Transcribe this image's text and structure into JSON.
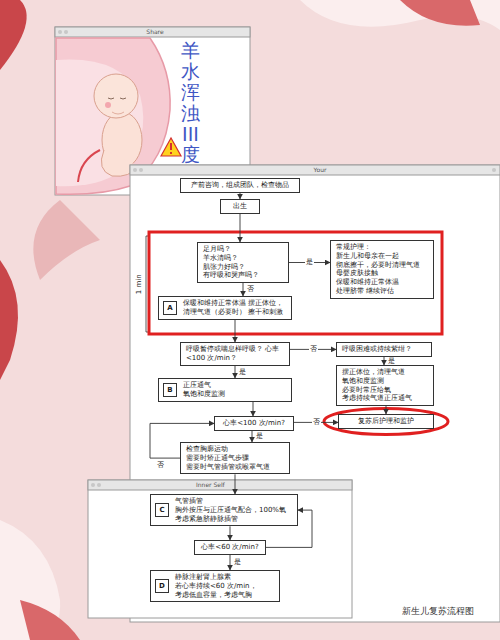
{
  "diagram": {
    "caption": "新生儿复苏流程图",
    "nodes": [
      {
        "text": [
          "产前咨询，组成团队，检查物品"
        ]
      },
      {
        "text": [
          "出生"
        ]
      },
      {
        "text": [
          "足月吗？ 羊水清吗？ 肌张力好吗？ 有呼吸和哭声吗？"
        ]
      },
      {
        "text": [
          "常规护理：",
          "新生儿和母亲在一起 彻底擦干，必要时清理气道 母婴皮肤接触 保暖和维持正常体温 处理脐带 继续评估"
        ]
      },
      {
        "text": [
          "保暖和维持正常体温 摆正体位，清理气道（必要时） 擦干和刺激"
        ]
      },
      {
        "text": [
          "A"
        ],
        "in": 4
      },
      {
        "text": [
          "呼吸暂停或喘息样呼吸？ 心率<100 次/min？"
        ]
      },
      {
        "text": [
          "呼吸困难或持续紫绀？"
        ]
      },
      {
        "text": [
          "正压通气 氧饱和度监测"
        ]
      },
      {
        "text": [
          "B"
        ],
        "in": 8
      },
      {
        "text": [
          "摆正体位，清理气道 氧饱和度监测 必要时常压给氧 考虑持续气道正压通气"
        ]
      },
      {
        "text": [
          "心率<100 次/min?"
        ]
      },
      {
        "text": [
          "复苏后护理和监护"
        ]
      },
      {
        "text": [
          "检查胸廓运动 需要时矫正通气步骤 需要时气管插管或喉罩气道"
        ]
      },
      {
        "text": [
          "气管插管 胸外按压与正压通气配合，100%氧 考虑紧急脐静脉插管"
        ]
      },
      {
        "text": [
          "C"
        ],
        "in": 14
      },
      {
        "text": [
          "心率<60 次/min?"
        ]
      },
      {
        "text": [
          "静脉注射肾上腺素 若心率持续<60 次/min， 考虑低血容量，考虑气胸"
        ]
      },
      {
        "text": [
          "D"
        ],
        "in": 17
      }
    ],
    "edges": [
      {
        "from": 0,
        "to": 1,
        "arrow": "to"
      },
      {
        "from": 1,
        "to": 2,
        "arrow": "to"
      },
      {
        "from": 2,
        "to": 3,
        "label": "是",
        "arrow": "to"
      },
      {
        "from": 2,
        "to": 4,
        "label": "否",
        "arrow": "to"
      },
      {
        "from": 4,
        "to": 6,
        "arrow": "to"
      },
      {
        "from": 6,
        "to": 7,
        "label": "否",
        "arrow": "to"
      },
      {
        "from": 6,
        "to": 8,
        "label": "是",
        "arrow": "to"
      },
      {
        "from": 7,
        "to": 10,
        "label": "是",
        "arrow": "to"
      },
      {
        "from": 8,
        "to": 11,
        "arrow": "to"
      },
      {
        "from": 10,
        "to": 12,
        "arrow": "to"
      },
      {
        "from": 11,
        "to": 12,
        "label": "否",
        "arrow": "to"
      },
      {
        "from": 11,
        "to": 13,
        "label": "是",
        "arrow": "to"
      },
      {
        "from": 13,
        "to": 14,
        "arrow": "to"
      },
      {
        "from": 14,
        "to": 16,
        "arrow": "to"
      },
      {
        "from": 16,
        "to": 17,
        "label": "是",
        "arrow": "to"
      },
      {
        "from": 16,
        "to": 14,
        "arrow": "to"
      },
      {
        "from": 13,
        "to": 11,
        "arrow": "to"
      }
    ],
    "labels": [
      "Share",
      "羊水浑浊III度",
      "Your",
      "1 min",
      "否",
      "Inner Self"
    ]
  }
}
